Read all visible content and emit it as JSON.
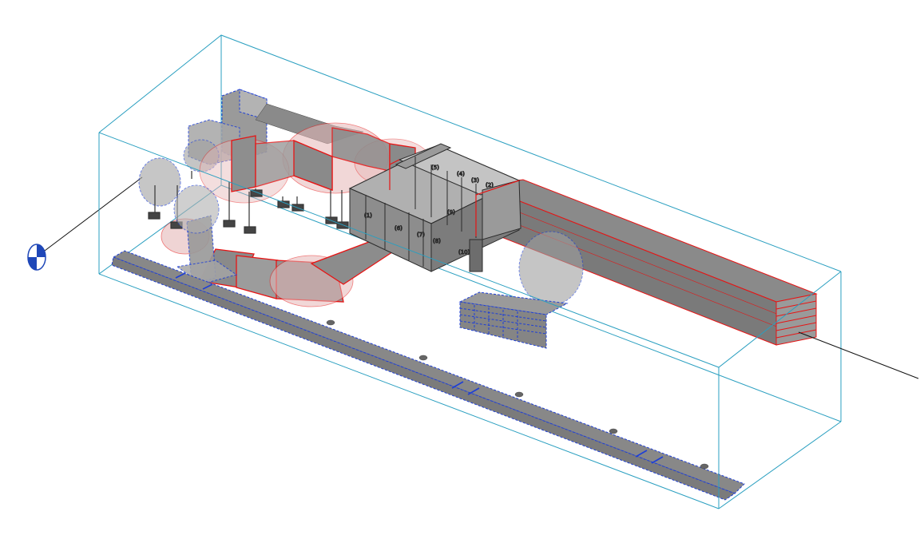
{
  "viewport": {
    "background": "#ffffff",
    "section_box_color": "#2a9fc0"
  },
  "colors": {
    "duct_fill": "#8a8a8a",
    "duct_fill_light": "#b3b3b3",
    "red_edge": "#e61414",
    "blue_dash": "#1e3fd6",
    "unit_fill": "#9a9a9a",
    "unit_edge": "#2b2b2b",
    "support": "#444444",
    "section_line": "#111111",
    "section_marker": "#1f47b8"
  },
  "icons": {
    "section_marker": "section-head-icon"
  },
  "unit_tags": [
    "(5)",
    "(4)",
    "(3)",
    "(2)",
    "(1)",
    "(6)",
    "(7)",
    "(8)",
    "(9)",
    "(10)"
  ]
}
